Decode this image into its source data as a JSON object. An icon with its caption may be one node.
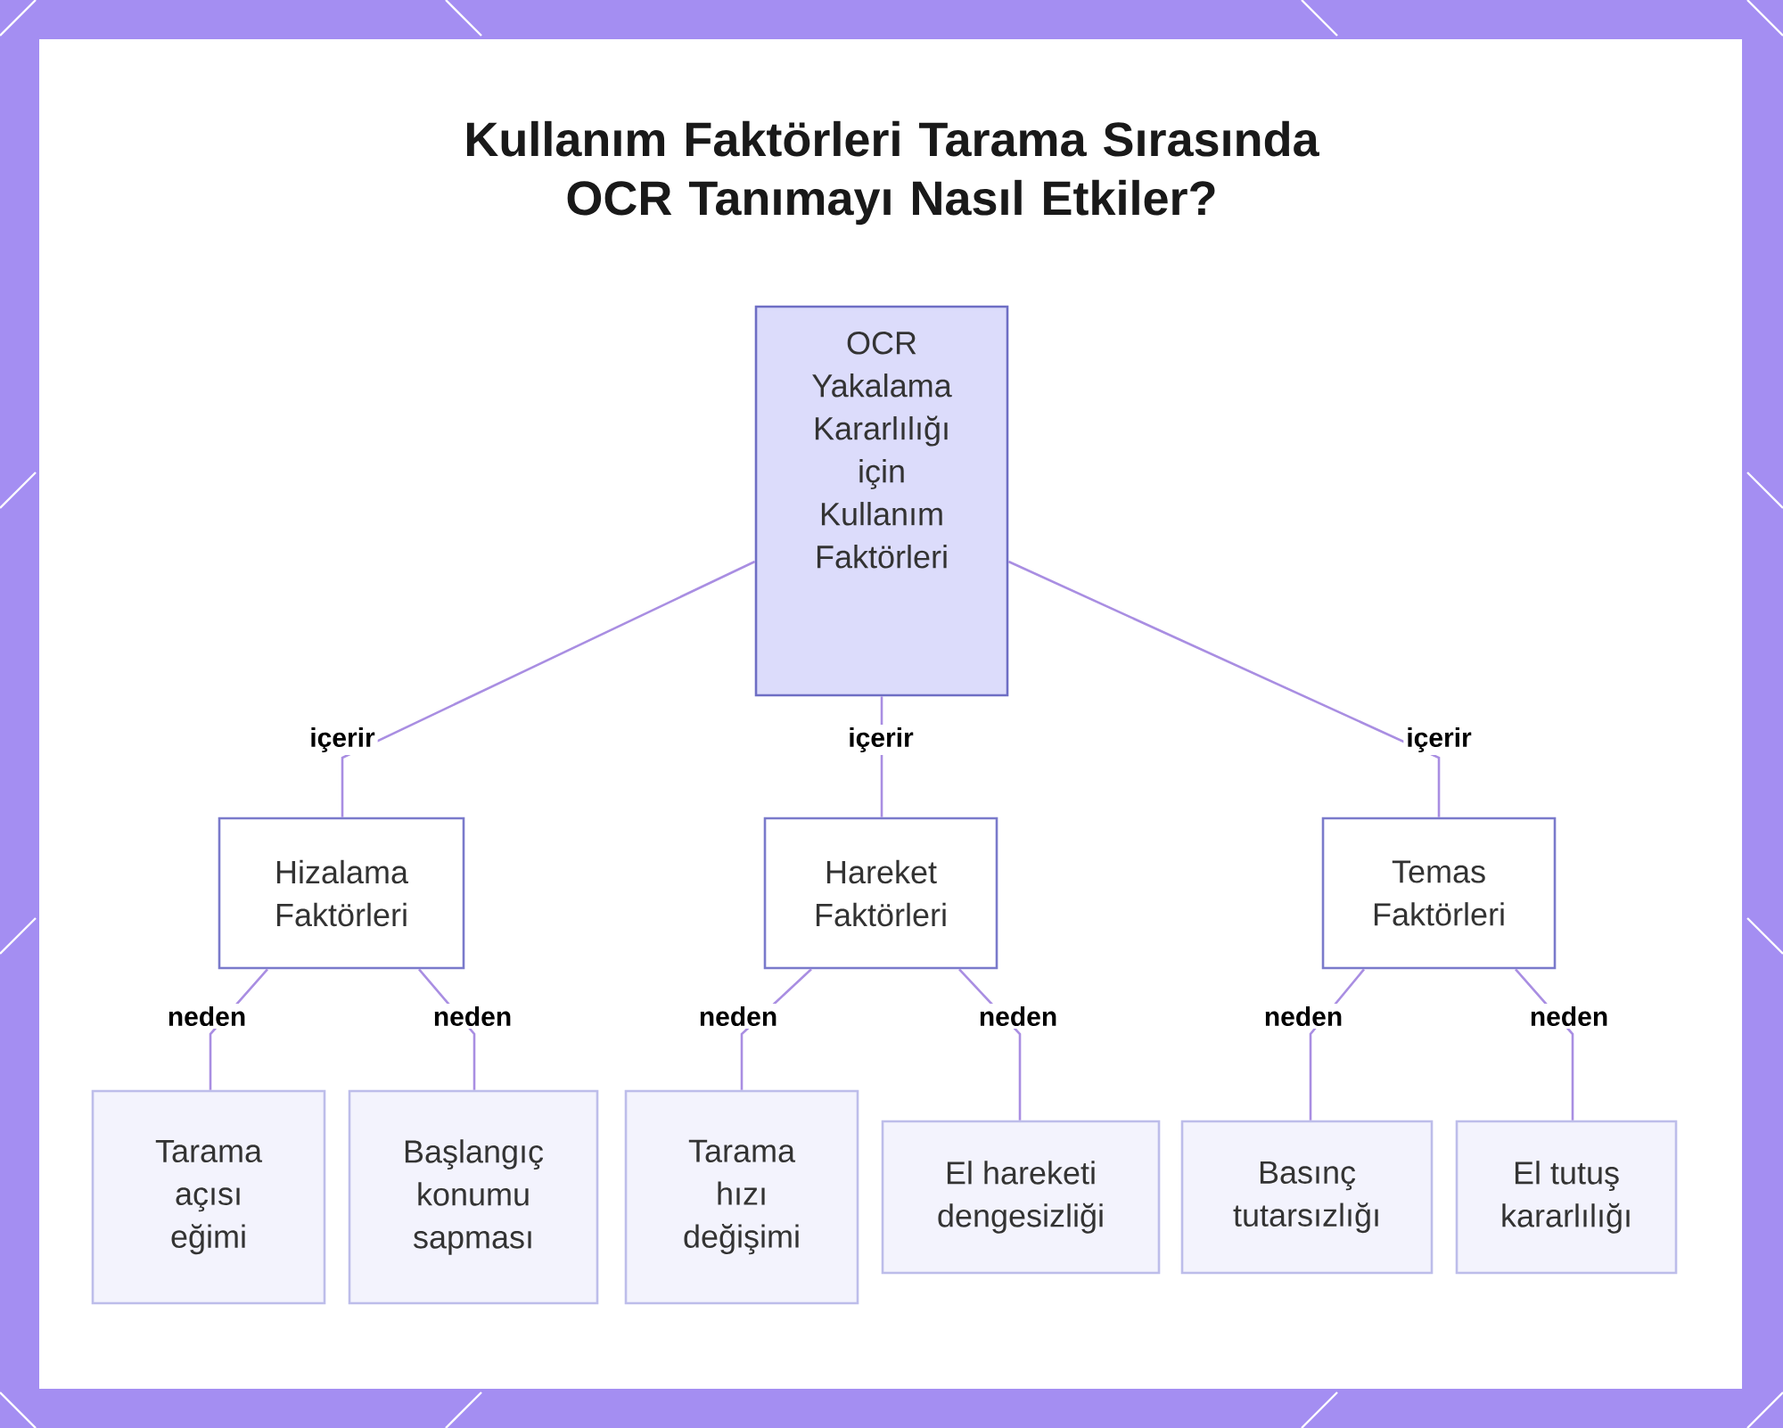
{
  "diagram": {
    "title": "Kullanım Faktörleri Tarama Sırasında OCR Tanımayı Nasıl Etkiler?",
    "nodes": [
      {
        "text": [
          "OCR Yakalama Kararlılığı için Kullanım Faktörleri"
        ]
      },
      {
        "text": [
          "Hizalama Faktörleri"
        ]
      },
      {
        "text": [
          "Hareket Faktörleri"
        ]
      },
      {
        "text": [
          "Temas Faktörleri"
        ]
      },
      {
        "text": [
          "Tarama açısı eğimi"
        ]
      },
      {
        "text": [
          "Başlangıç konumu sapması"
        ]
      },
      {
        "text": [
          "Tarama hızı değişimi"
        ]
      },
      {
        "text": [
          "El hareketi dengesizliği"
        ]
      },
      {
        "text": [
          "Basınç tutarsızlığı"
        ]
      },
      {
        "text": [
          "El tutuş kararlılığı"
        ]
      }
    ],
    "edges": [
      {
        "from": 0,
        "to": 1,
        "arrow": "none",
        "label": "içerir"
      },
      {
        "from": 0,
        "to": 2,
        "arrow": "none",
        "label": "içerir"
      },
      {
        "from": 0,
        "to": 3,
        "arrow": "none",
        "label": "içerir"
      },
      {
        "from": 1,
        "to": 4,
        "arrow": "none",
        "label": "neden"
      },
      {
        "from": 1,
        "to": 5,
        "arrow": "none",
        "label": "neden"
      },
      {
        "from": 2,
        "to": 6,
        "arrow": "none",
        "label": "neden"
      },
      {
        "from": 2,
        "to": 7,
        "arrow": "none",
        "label": "neden"
      },
      {
        "from": 3,
        "to": 8,
        "arrow": "none",
        "label": "neden"
      },
      {
        "from": 3,
        "to": 9,
        "arrow": "none",
        "label": "neden"
      }
    ]
  }
}
